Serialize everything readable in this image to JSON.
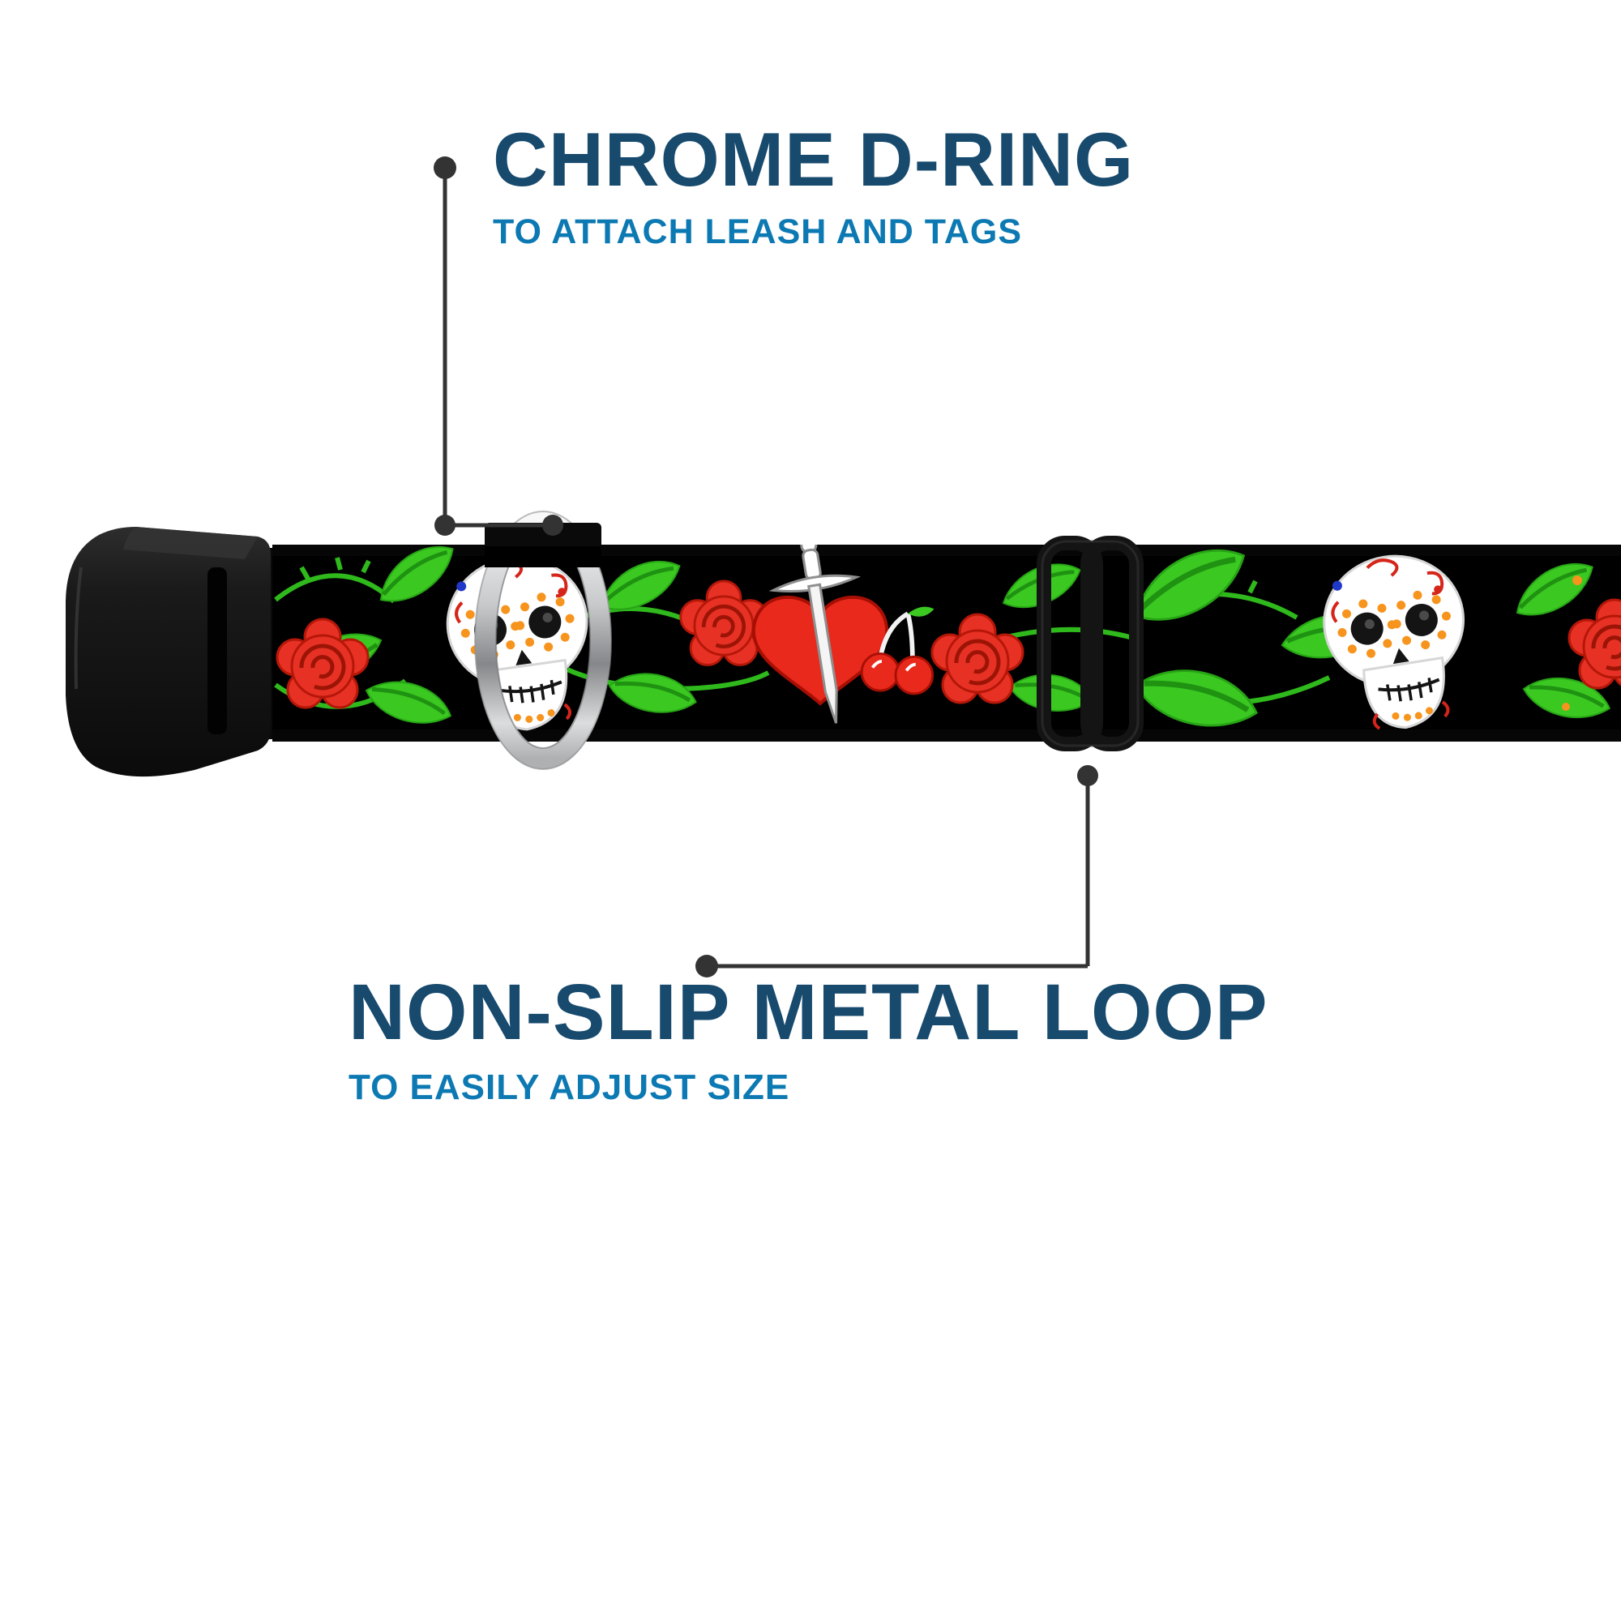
{
  "callouts": {
    "dring": {
      "title": "CHROME D-RING",
      "subtitle": "TO ATTACH LEASH AND TAGS"
    },
    "loop": {
      "title": "NON-SLIP METAL LOOP",
      "subtitle": "TO EASILY ADJUST SIZE"
    }
  },
  "colors": {
    "title_navy": "#174a6d",
    "subtitle_blue": "#0c79b3",
    "leader_line": "#333333",
    "collar_black": "#000000",
    "pattern_red": "#e73125",
    "pattern_green": "#3ac821",
    "pattern_orange": "#f7941d",
    "skull_white": "#ffffff",
    "chrome_silver": "#c7c9cb",
    "background": "#ffffff"
  }
}
